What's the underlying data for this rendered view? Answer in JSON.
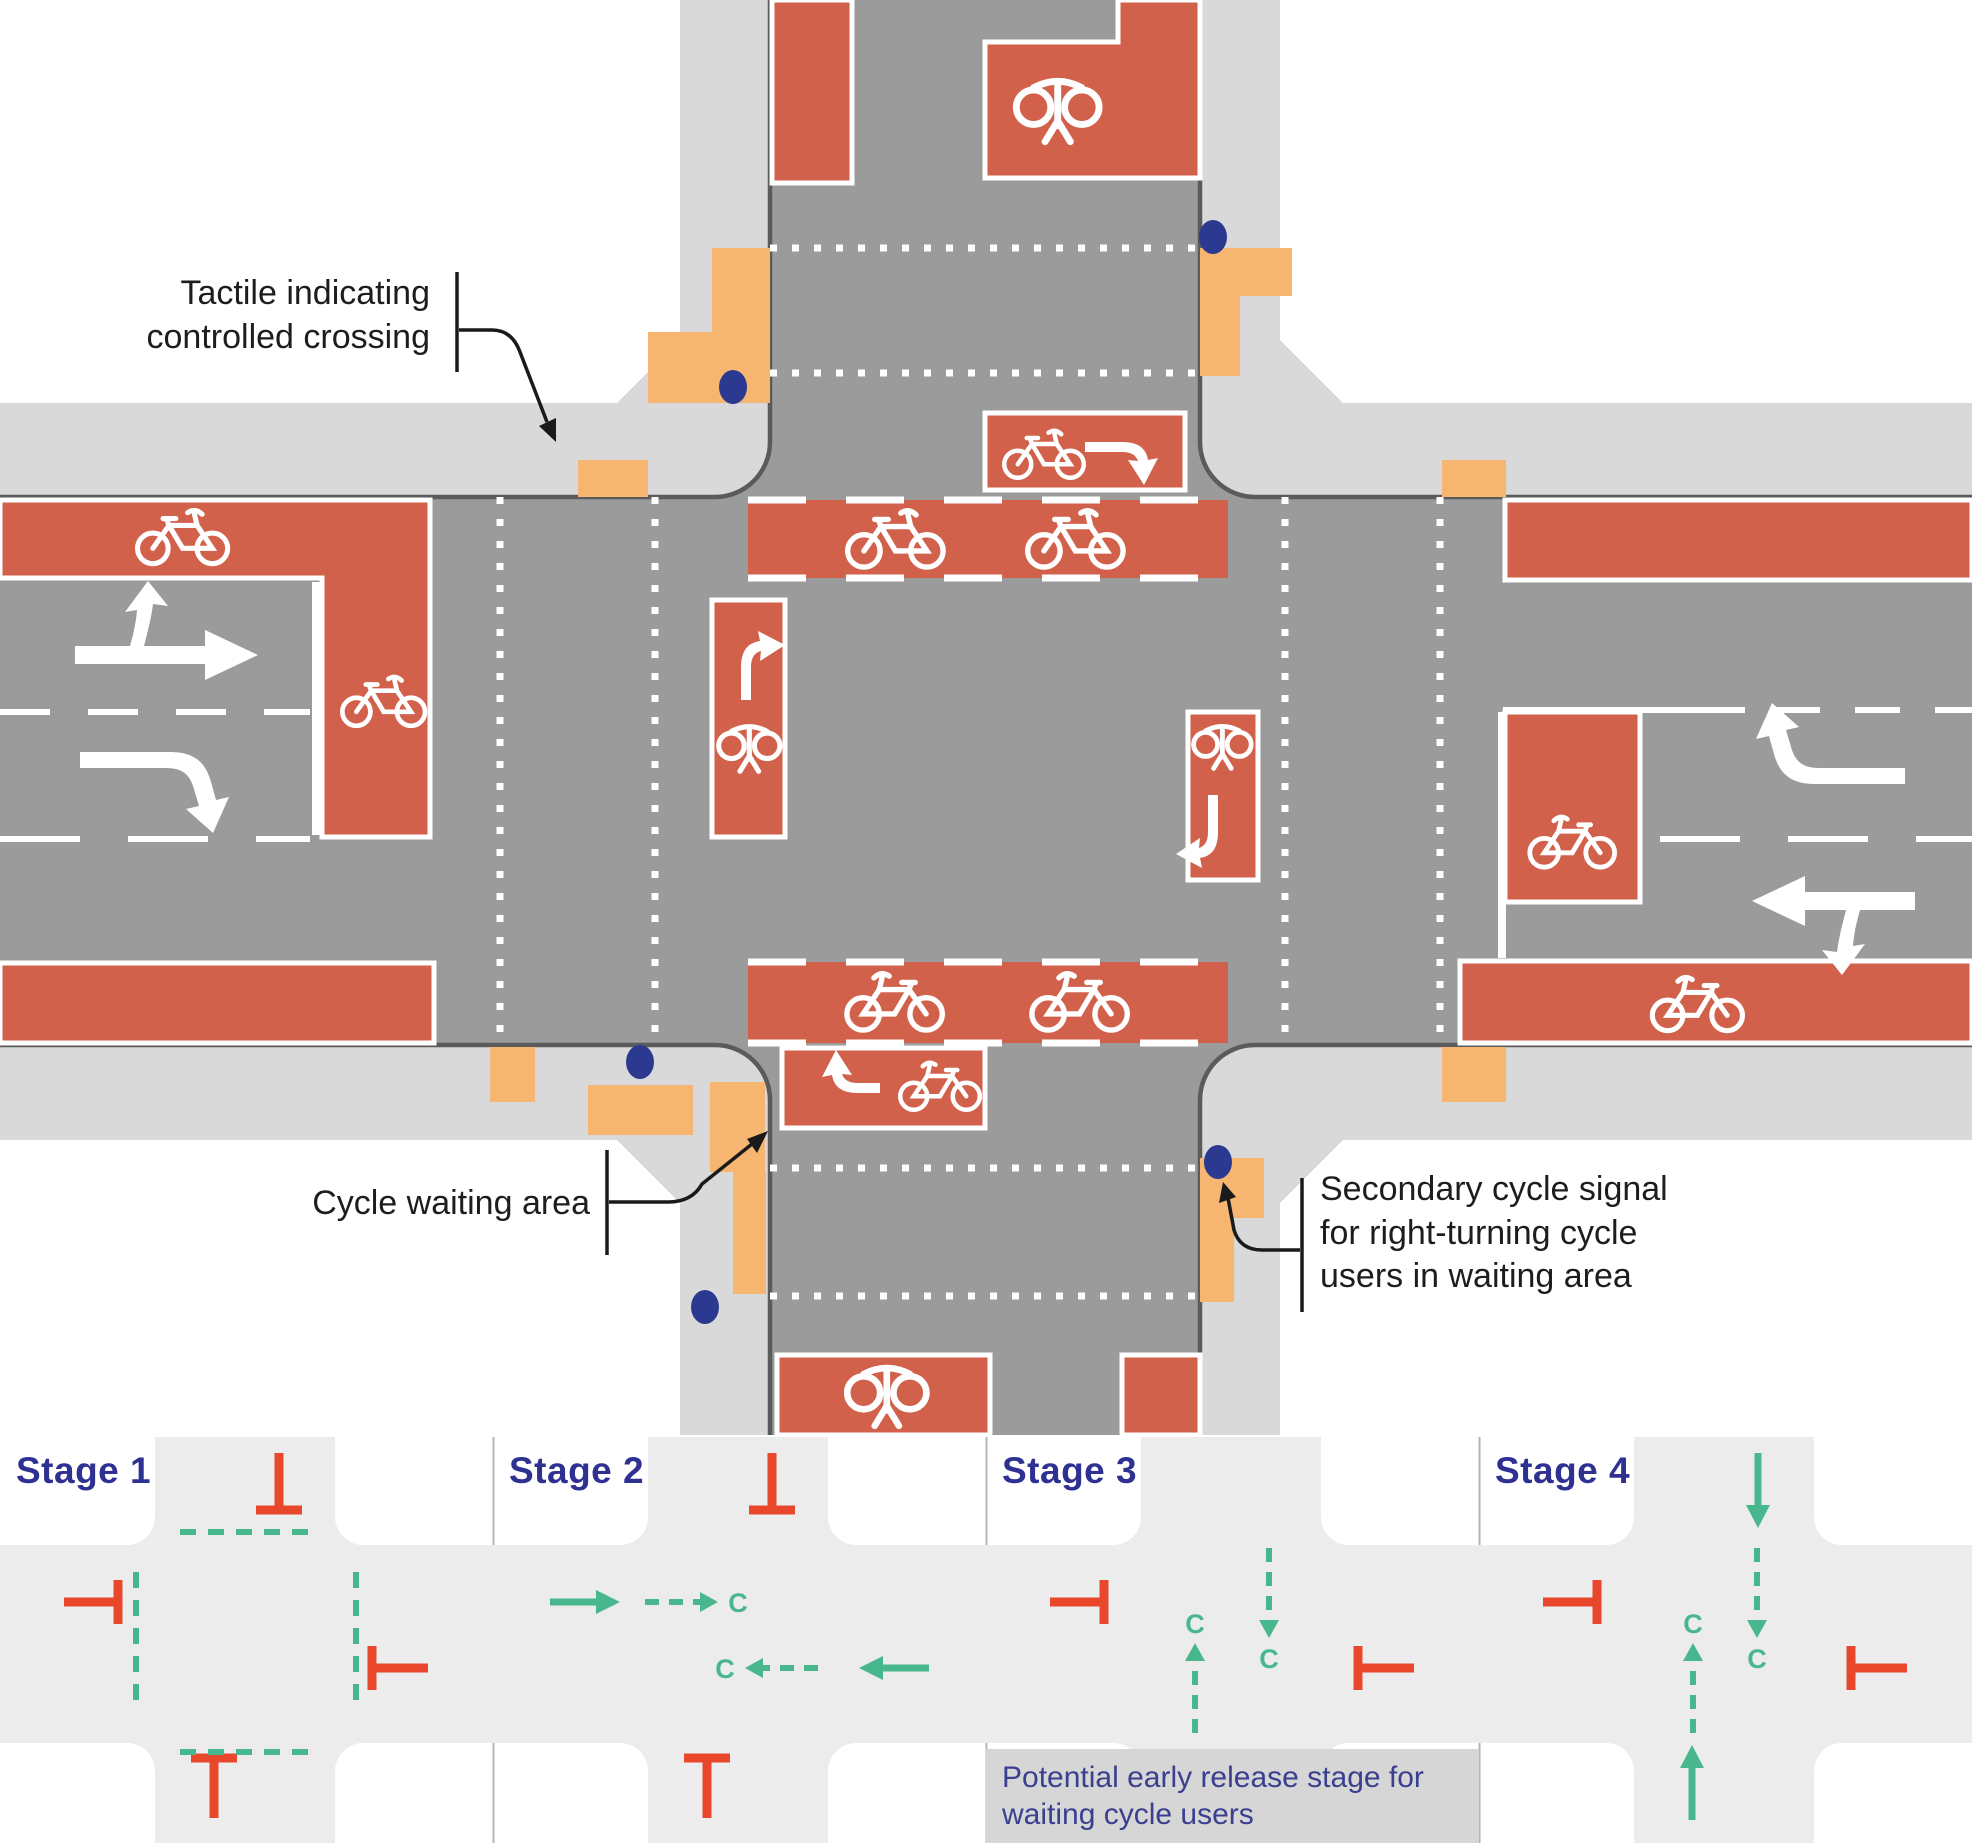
{
  "annotations": {
    "tactile_label": "Tactile indicating controlled crossing",
    "cycle_waiting_label": "Cycle waiting area",
    "secondary_signal_label": "Secondary cycle signal for right-turning cycle users in waiting area"
  },
  "stages": [
    {
      "label": "Stage 1",
      "held_approaches": [
        "north",
        "east",
        "south",
        "west"
      ],
      "green_movements": [
        "pedestrian and cycle crossings on all four arms (green dashed)"
      ],
      "note": ""
    },
    {
      "label": "Stage 2",
      "held_approaches": [
        "north",
        "south"
      ],
      "green_movements": [
        "eastbound general traffic",
        "westbound general traffic",
        "eastbound cycles",
        "westbound cycles"
      ],
      "note": ""
    },
    {
      "label": "Stage 3",
      "held_approaches": [
        "west",
        "east"
      ],
      "green_movements": [
        "northbound cycles",
        "southbound cycles"
      ],
      "note": "Potential early release stage for waiting cycle users"
    },
    {
      "label": "Stage 4",
      "held_approaches": [
        "west",
        "east"
      ],
      "green_movements": [
        "northbound general traffic",
        "southbound general traffic",
        "northbound cycles",
        "southbound cycles"
      ],
      "note": ""
    }
  ],
  "cycle_symbol": "C",
  "colors": {
    "cycle_lane_red": "#D2614C",
    "carriageway_grey": "#9B9B9B",
    "footway_grey": "#D9D9D9",
    "tactile_orange": "#F6B671",
    "signal_navy": "#2B3990",
    "stage_title_navy": "#2E3192",
    "stop_bar_red": "#E8472B",
    "green_signal": "#48B78E",
    "kerb_grey": "#5B5B5B",
    "stage_cross_grey": "#ECECEC",
    "note_band_grey": "#D6D6D6"
  }
}
